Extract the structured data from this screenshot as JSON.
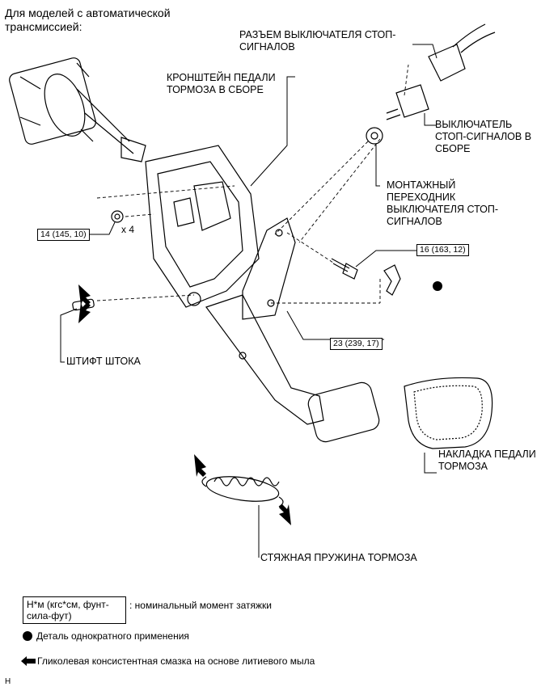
{
  "heading": "Для моделей с автоматической\nтрансмиссией:",
  "labels": {
    "stop_switch_connector": "РАЗЪЕМ ВЫКЛЮЧАТЕЛЯ СТОП-\nСИГНАЛОВ",
    "pedal_bracket": "КРОНШТЕЙН ПЕДАЛИ\nТОРМОЗА В СБОРЕ",
    "stop_switch": "ВЫКЛЮЧАТЕЛЬ\nСТОП-СИГНАЛОВ В\nСБОРЕ",
    "mounting_adapter": "МОНТАЖНЫЙ\nПЕРЕХОДНИК\nВЫКЛЮЧАТЕЛЯ СТОП-\nСИГНАЛОВ",
    "push_rod_pin": "ШТИФТ ШТОКА",
    "pedal_pad": "НАКЛАДКА ПЕДАЛИ\nТОРМОЗА",
    "return_spring": "СТЯЖНАЯ ПРУЖИНА ТОРМОЗА"
  },
  "torques": {
    "nut": "14 (145, 10)",
    "bolt": "16 (163, 12)",
    "pivot": "23 (239, 17)"
  },
  "quantity": "x 4",
  "legend": {
    "torque_unit": "Н*м (кгс*см, фунт-\nсила-фут)",
    "torque_desc": ": номинальный момент затяжки",
    "non_reusable": "Деталь однократного применения",
    "grease": "Гликолевая консистентная смазка на основе литиевого мыла"
  },
  "corner_mark": "H"
}
